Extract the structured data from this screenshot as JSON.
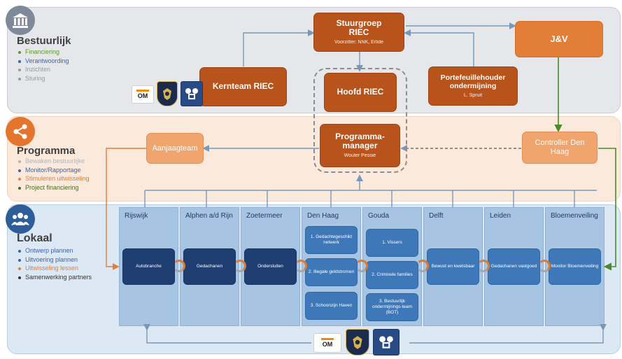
{
  "bands": {
    "bestuurlijk": {
      "title": "Bestuurlijk",
      "items": [
        {
          "label": "Financiering",
          "color": "#5d9a2b"
        },
        {
          "label": "Verantwoording",
          "color": "#3d63a8"
        },
        {
          "label": "Inzichten",
          "color": "#9a9a9a"
        },
        {
          "label": "Sturing",
          "color": "#9a9a9a"
        }
      ]
    },
    "programma": {
      "title": "Programma",
      "items": [
        {
          "label": "Bewaken bestuurlijke",
          "color": "#b4b4b4"
        },
        {
          "label": "Monitor/Rapportage",
          "color": "#3d63a8"
        },
        {
          "label": "Stimuleren uitwisseling",
          "color": "#e27e38"
        },
        {
          "label": "Project financiering",
          "color": "#4a6b1f"
        }
      ]
    },
    "lokaal": {
      "title": "Lokaal",
      "items": [
        {
          "label": "Ontwerp plannen",
          "color": "#3d63a8"
        },
        {
          "label": "Uitvoering plannen",
          "color": "#3d63a8"
        },
        {
          "label": "Uitwisseling lessen",
          "color": "#e27e38"
        },
        {
          "label": "Samenwerking partners",
          "color": "#333333"
        }
      ]
    }
  },
  "boxes": {
    "stuurgroep": {
      "title": "Stuurgroep RIEC",
      "sub": "Voorzitter: NNK, Erlide"
    },
    "jenv": {
      "title": "J&V"
    },
    "kernteam": {
      "title": "Kernteam RIEC"
    },
    "hoofd": {
      "title": "Hoofd RIEC"
    },
    "portefeuillehouder": {
      "title": "Portefeuillehouder ondermijning",
      "sub": "L. Spruit"
    },
    "aanjaagteam": {
      "title": "Aanjaagteam"
    },
    "programmamanager": {
      "title": "Programma-manager",
      "sub": "Wouter Pessie"
    },
    "controller": {
      "title": "Controller Den Haag"
    }
  },
  "columns": [
    {
      "title": "Rijswijk",
      "boxes": [
        "Autobranche"
      ]
    },
    {
      "title": "Alphen a/d Rijn",
      "boxes": [
        "Gedachanen"
      ]
    },
    {
      "title": "Zoetermeer",
      "boxes": [
        "Ondersluiten"
      ]
    },
    {
      "title": "Den Haag",
      "boxes": [
        "1. Gedachtegeschikt netwerk",
        "2. Illegale geldstromen",
        "3. Schoonzijn Haven"
      ]
    },
    {
      "title": "Gouda",
      "boxes": [
        "1. Vissers",
        "2. Criminele families",
        "3. Bestuurlijk ondermijnings-team (BOT)"
      ]
    },
    {
      "title": "Delft",
      "boxes": [
        "Bewust en kwetsbaar"
      ]
    },
    {
      "title": "Leiden",
      "boxes": [
        "Gedachanen vastgoed"
      ]
    },
    {
      "title": "Bloemenveiling",
      "boxes": [
        "Monitor Bloemenveiling"
      ]
    }
  ],
  "logos": {
    "om": "OM"
  },
  "icons": {
    "bestuurlijk": "bank-building-icon",
    "programma": "share-network-icon",
    "lokaal": "people-group-icon",
    "politie": "police-shield-icon",
    "rijkswapen": "royal-coat-of-arms-icon"
  },
  "colors": {
    "orange_dark": "#b9531c",
    "orange_mid": "#e27e38",
    "orange_light": "#f0a46e",
    "navy": "#1f3f73",
    "blue": "#3f78b8",
    "column": "#a8c4e3",
    "connector": "#7898ba",
    "arrow_green": "#4a8a2b"
  }
}
